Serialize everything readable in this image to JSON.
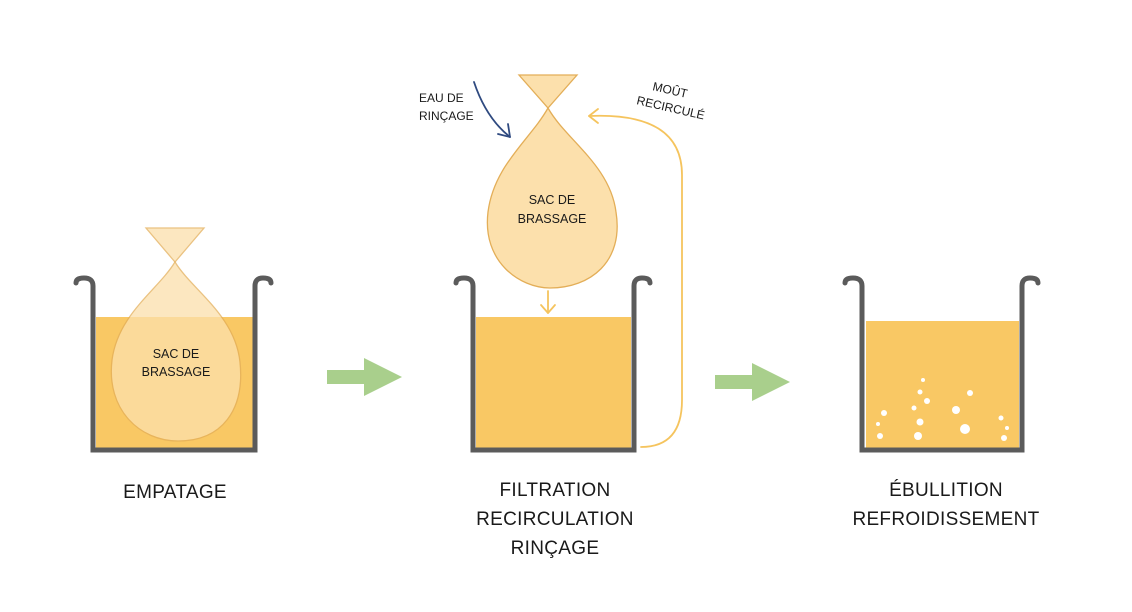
{
  "steps": [
    {
      "lines": [
        "EMPATAGE"
      ]
    },
    {
      "lines": [
        "FILTRATION",
        "RECIRCULATION",
        "RINÇAGE"
      ]
    },
    {
      "lines": [
        "ÉBULLITION",
        "REFROIDISSEMENT"
      ]
    }
  ],
  "bag_label": [
    "SAC DE",
    "BRASSAGE"
  ],
  "rinse_water_label": [
    "EAU DE",
    "RINÇAGE"
  ],
  "recirculated_wort_label": [
    "MOÛT",
    "RECIRCULÉ"
  ],
  "colors": {
    "wort": "#F9C864",
    "bag_fill": "#FCE0AC",
    "bag_stroke": "#E3AE58",
    "pot_wall": "#5B5B5B",
    "step_arrow": "#A9CF8C",
    "rinse_arrow": "#2F4A80",
    "recirc_arrow": "#F5C45E",
    "bubble": "#FFFFFF"
  }
}
